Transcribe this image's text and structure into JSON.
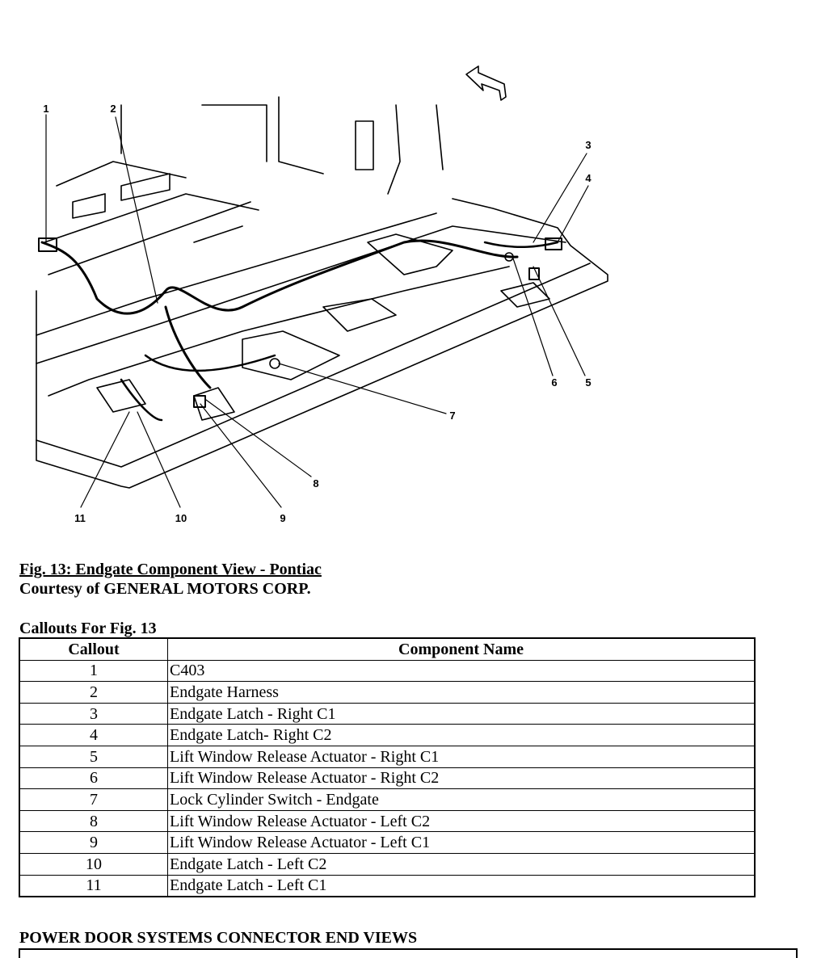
{
  "figure": {
    "callouts": [
      "1",
      "2",
      "3",
      "4",
      "5",
      "6",
      "7",
      "8",
      "9",
      "10",
      "11"
    ]
  },
  "caption": {
    "title": "Fig. 13: Endgate Component View - Pontiac",
    "courtesy": "Courtesy of GENERAL MOTORS CORP."
  },
  "table": {
    "title": "Callouts For Fig. 13",
    "headers": [
      "Callout",
      "Component Name"
    ],
    "rows": [
      [
        "1",
        "C403"
      ],
      [
        "2",
        "Endgate Harness"
      ],
      [
        "3",
        "Endgate Latch - Right C1"
      ],
      [
        "4",
        "Endgate Latch- Right C2"
      ],
      [
        "5",
        "Lift Window Release Actuator - Right C1"
      ],
      [
        "6",
        "Lift Window Release Actuator - Right C2"
      ],
      [
        "7",
        "Lock Cylinder Switch - Endgate"
      ],
      [
        "8",
        "Lift Window Release Actuator - Left C2"
      ],
      [
        "9",
        "Lift Window Release Actuator - Left C1"
      ],
      [
        "10",
        "Endgate Latch - Left C2"
      ],
      [
        "11",
        "Endgate Latch - Left C1"
      ]
    ]
  },
  "section": {
    "title": "POWER DOOR SYSTEMS CONNECTOR END VIEWS"
  }
}
